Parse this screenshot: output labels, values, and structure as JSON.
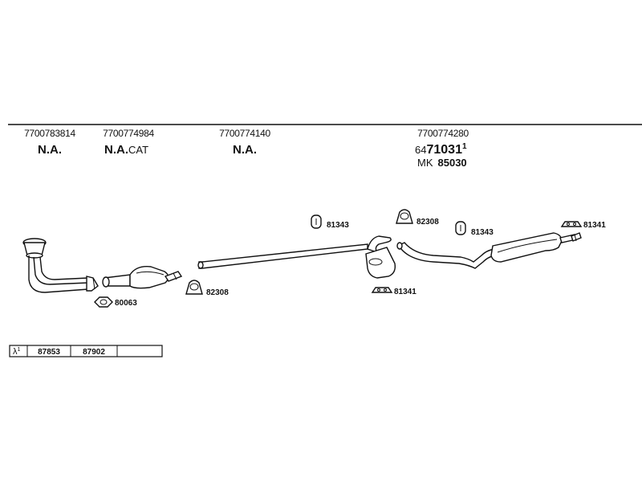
{
  "columns": [
    {
      "id": "downpipe",
      "part_number": "7700783814",
      "status": "N.A.",
      "status_suffix": ""
    },
    {
      "id": "catalyst",
      "part_number": "7700774984",
      "status": "N.A.",
      "status_suffix": "CAT"
    },
    {
      "id": "middle-pipe",
      "part_number": "7700774140",
      "status": "N.A.",
      "status_suffix": ""
    },
    {
      "id": "rear-silencer",
      "part_number": "7700774280",
      "alt_prefix": "64",
      "alt_number": "71031",
      "alt_superscript": "1",
      "mk_prefix": "MK",
      "mk_number": "85030"
    }
  ],
  "accessories": {
    "gasket_front": "80063",
    "clamp_cat": "82308",
    "bracket_mid": "81343",
    "clamp_mid": "82308",
    "bracket_rear": "81343",
    "hanger_front_silencer": "81341",
    "hanger_rear": "81341"
  },
  "lambda_table": {
    "symbol": "λ",
    "superscript": "1",
    "cells": [
      "87853",
      "87902",
      ""
    ]
  }
}
